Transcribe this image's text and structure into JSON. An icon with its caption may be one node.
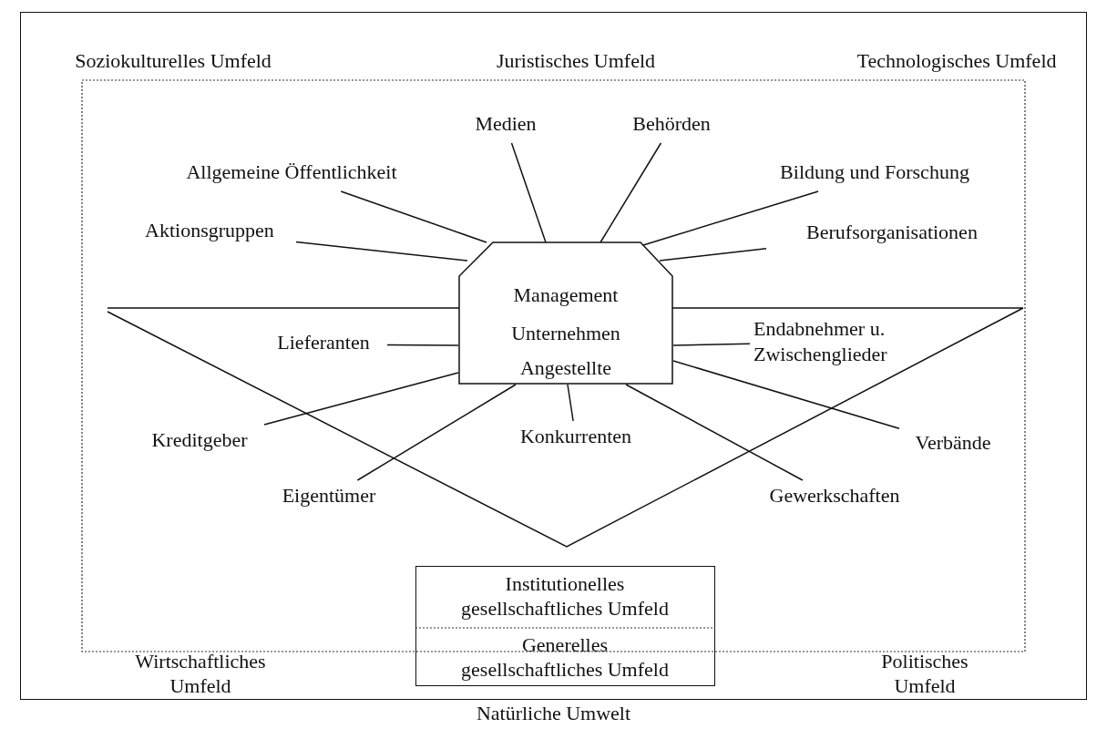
{
  "diagram": {
    "nodes": [
      {
        "text": [
          "Natürliche Umwelt"
        ]
      },
      {
        "text": [
          "Management",
          "Unternehmen",
          "Angestellte"
        ],
        "in": 0
      },
      {
        "text": [
          "Medien"
        ],
        "in": 0
      },
      {
        "text": [
          "Behörden"
        ],
        "in": 0
      },
      {
        "text": [
          "Allgemeine Öffentlichkeit"
        ],
        "in": 0
      },
      {
        "text": [
          "Bildung und Forschung"
        ],
        "in": 0
      },
      {
        "text": [
          "Aktionsgruppen"
        ],
        "in": 0
      },
      {
        "text": [
          "Berufsorganisationen"
        ],
        "in": 0
      },
      {
        "text": [
          "Lieferanten"
        ],
        "in": 0
      },
      {
        "text": [
          "Endabnehmer u. Zwischenglieder"
        ],
        "in": 0
      },
      {
        "text": [
          "Kreditgeber"
        ],
        "in": 0
      },
      {
        "text": [
          "Konkurrenten"
        ],
        "in": 0
      },
      {
        "text": [
          "Verbände"
        ],
        "in": 0
      },
      {
        "text": [
          "Eigentümer"
        ],
        "in": 0
      },
      {
        "text": [
          "Gewerkschaften"
        ],
        "in": 0
      },
      {
        "text": [
          "Institutionelles gesellschaftliches Umfeld",
          "Generelles gesellschaftliches Umfeld"
        ],
        "in": 0
      }
    ],
    "edges": [
      {
        "from": 2,
        "to": 1,
        "arrow": "none"
      },
      {
        "from": 3,
        "to": 1,
        "arrow": "none"
      },
      {
        "from": 4,
        "to": 1,
        "arrow": "none"
      },
      {
        "from": 5,
        "to": 1,
        "arrow": "none"
      },
      {
        "from": 6,
        "to": 1,
        "arrow": "none"
      },
      {
        "from": 7,
        "to": 1,
        "arrow": "none"
      },
      {
        "from": 8,
        "to": 1,
        "arrow": "none"
      },
      {
        "from": 9,
        "to": 1,
        "arrow": "none"
      },
      {
        "from": 10,
        "to": 1,
        "arrow": "none"
      },
      {
        "from": 11,
        "to": 1,
        "arrow": "none"
      },
      {
        "from": 12,
        "to": 1,
        "arrow": "none"
      },
      {
        "from": 13,
        "to": 1,
        "arrow": "none"
      },
      {
        "from": 14,
        "to": 1,
        "arrow": "none"
      }
    ],
    "labels": [
      "Soziokulturelles Umfeld",
      "Juristisches Umfeld",
      "Technologisches Umfeld",
      "Wirtschaftliches Umfeld",
      "Politisches Umfeld"
    ]
  }
}
